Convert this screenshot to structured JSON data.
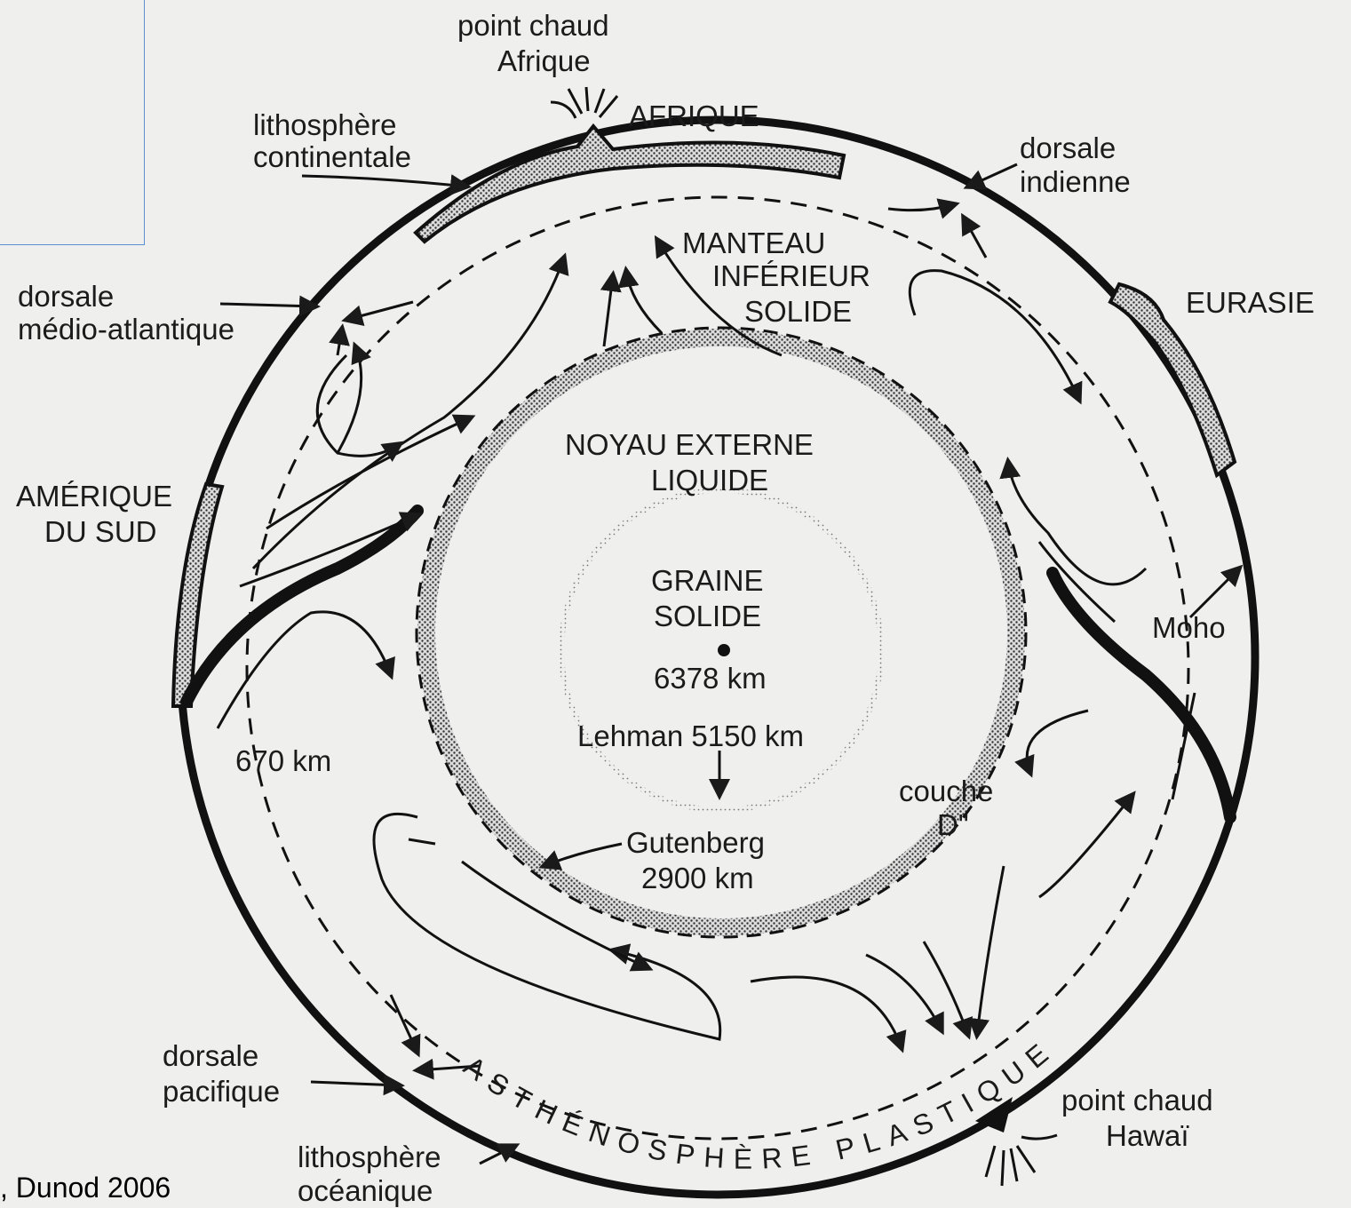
{
  "labels": {
    "point_chaud_afrique_1": "point chaud",
    "point_chaud_afrique_2": "Afrique",
    "afrique": "AFRIQUE",
    "litho_cont_1": "lithosphère",
    "litho_cont_2": "continentale",
    "dorsale_indienne_1": "dorsale",
    "dorsale_indienne_2": "indienne",
    "manteau_1": "MANTEAU",
    "manteau_2": "INFÉRIEUR",
    "manteau_3": "SOLIDE",
    "eurasie": "EURASIE",
    "dorsale_medio_1": "dorsale",
    "dorsale_medio_2": "médio-atlantique",
    "noyau_1": "NOYAU EXTERNE",
    "noyau_2": "LIQUIDE",
    "amerique_1": "AMÉRIQUE",
    "amerique_2": "DU SUD",
    "graine_1": "GRAINE",
    "graine_2": "SOLIDE",
    "radius": "6378 km",
    "moho": "Moho",
    "lehman": "Lehman 5150 km",
    "km670": "670 km",
    "couche_1": "couche",
    "couche_2": "D\"",
    "gutenberg_1": "Gutenberg",
    "gutenberg_2": "2900 km",
    "dorsale_pac_1": "dorsale",
    "dorsale_pac_2": "pacifique",
    "litho_oce_1": "lithosphère",
    "litho_oce_2": "océanique",
    "point_chaud_hawai_1": "point chaud",
    "point_chaud_hawai_2": "Hawaï",
    "asthenosphere": "ASTHÉNOSPHÈRE PLASTIQUE"
  },
  "caption": ", Dunod 2006"
}
